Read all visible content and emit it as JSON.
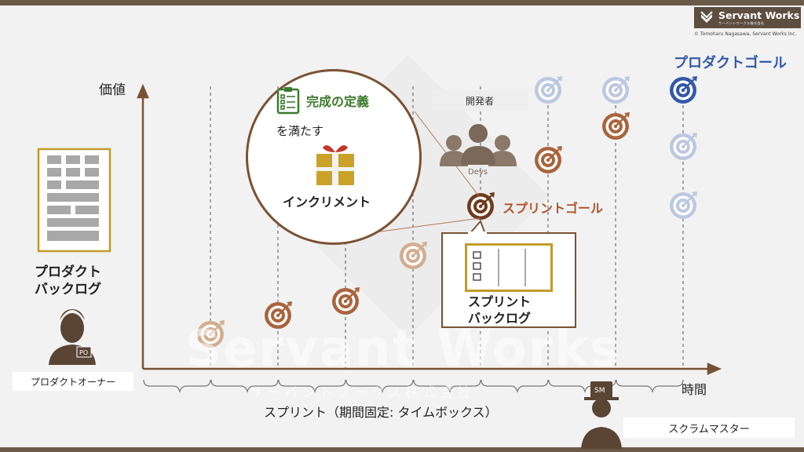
{
  "logo": {
    "name": "Servant Works",
    "sub": "サーバントワークス株式会社"
  },
  "copyright": "© Tomoharu Nagasawa, Servant Works Inc.",
  "axes": {
    "y_label": "価値",
    "x_label": "時間"
  },
  "product_backlog": {
    "title_line1": "プロダクト",
    "title_line2": "バックログ"
  },
  "product_owner": {
    "label": "プロダクトオーナー",
    "badge": "PO"
  },
  "scrum_master": {
    "label": "スクラムマスター",
    "badge": "SM"
  },
  "developers": {
    "label": "開発者",
    "icon_text": "Devs"
  },
  "product_goal": "プロダクトゴール",
  "sprint_goal": "スプリントゴール",
  "definition_of_done": {
    "title": "完成の定義",
    "subtitle": "を満たす",
    "increment": "インクリメント"
  },
  "sprint_backlog": {
    "title_line1": "スプリント",
    "title_line2": "バックログ"
  },
  "sprint_label": "スプリント（期間固定: タイムボックス）",
  "watermark": {
    "main": "Servant Works",
    "sub": "サーバントワークス株式会社"
  },
  "colors": {
    "brown": "#9b5b34",
    "light_brown": "#d3ad90",
    "dark_brown": "#6e3b1d",
    "pale_blue": "#bcc8e0",
    "blue": "#3358a8",
    "axis": "#7a5233",
    "gold": "#c29b2a"
  }
}
